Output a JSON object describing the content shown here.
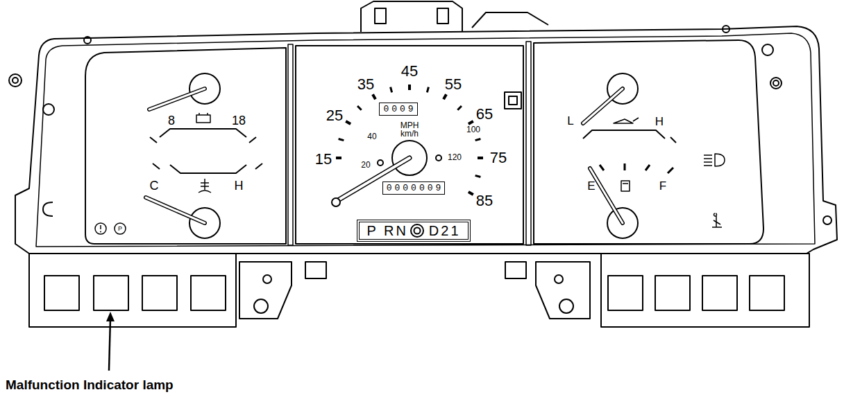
{
  "diagram": {
    "nodes": [
      {
        "text": [
          "0009"
        ]
      },
      {
        "text": [
          "0000009"
        ]
      },
      {
        "text": [
          "P RN",
          "D21"
        ]
      }
    ],
    "labels": [
      "8",
      "18",
      "C",
      "H",
      "45",
      "35",
      "55",
      "25",
      "65",
      "40",
      "MPH",
      "km/h",
      "100",
      "15",
      "20",
      "120",
      "75",
      "85",
      "P",
      "L",
      "H",
      "E",
      "F",
      "Malfunction Indicator lamp"
    ]
  }
}
